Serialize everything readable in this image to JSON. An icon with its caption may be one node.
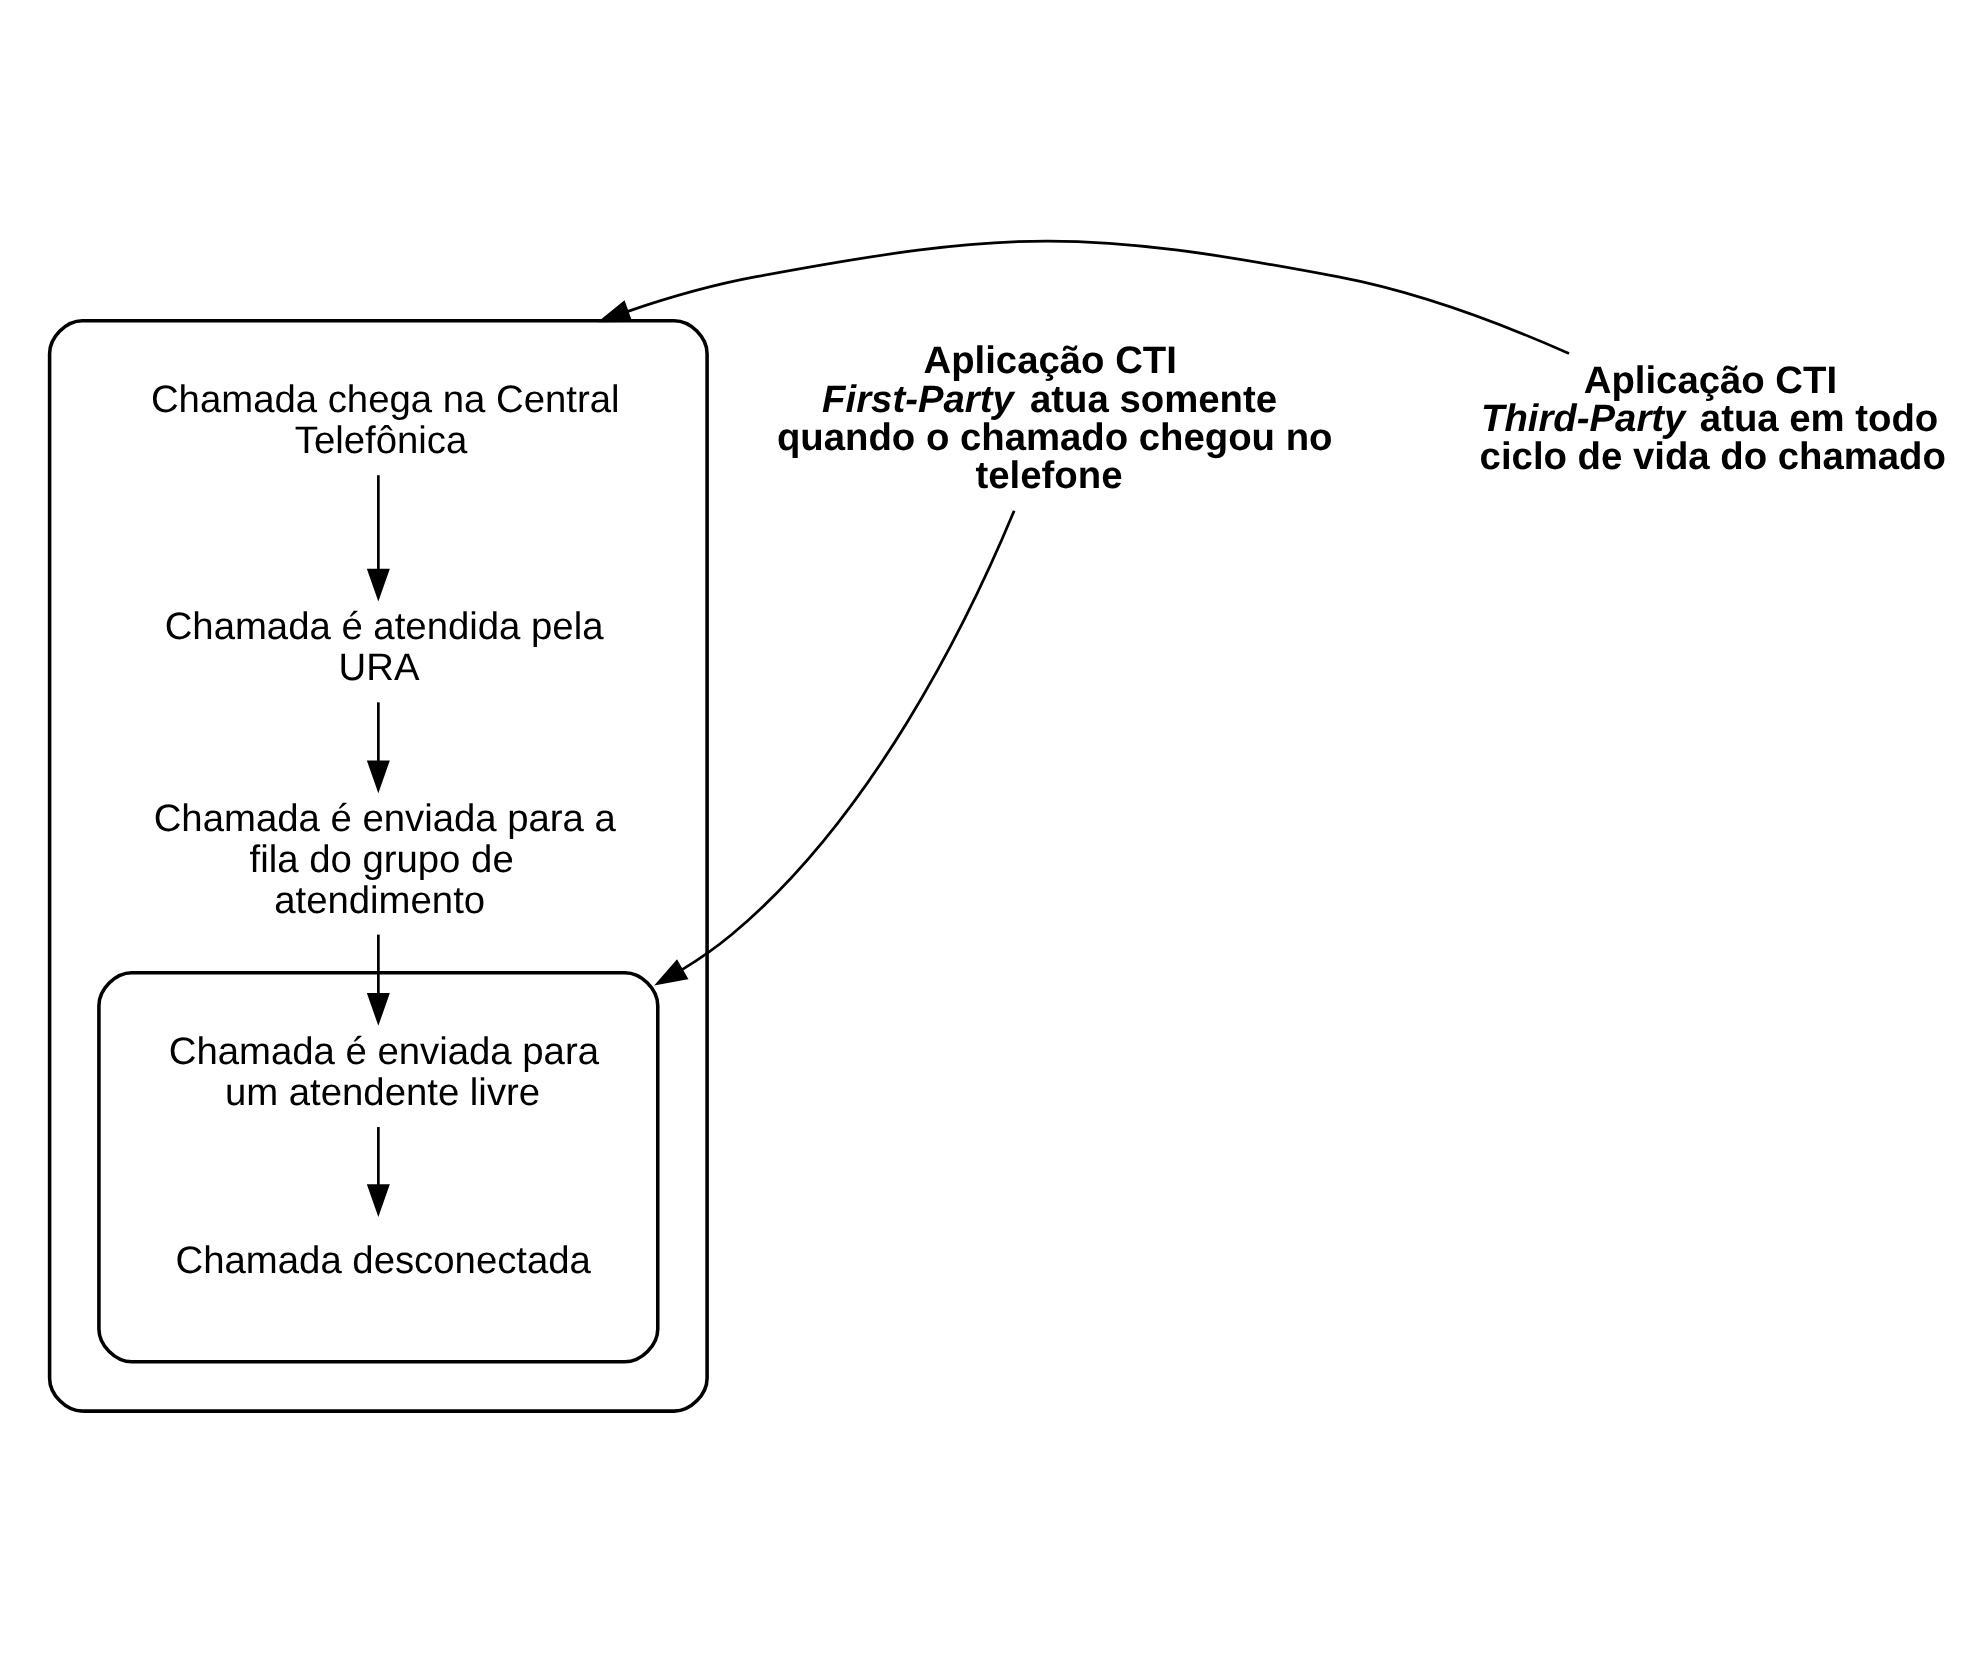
{
  "diagram": {
    "nodes": [
      {
        "text": [],
        "shape": "ellipse"
      },
      {
        "text": [
          "Chamada chega na Central Telefônica"
        ],
        "in": 0
      },
      {
        "text": [
          "Chamada é atendida pela URA"
        ],
        "in": 0
      },
      {
        "text": [
          "Chamada é enviada para a fila do grupo de atendimento"
        ],
        "in": 0
      },
      {
        "text": [],
        "shape": "ellipse",
        "in": 0
      },
      {
        "text": [
          "Chamada é enviada para um atendente livre"
        ],
        "in": 4
      },
      {
        "text": [
          "Chamada desconectada"
        ],
        "in": 4
      },
      {
        "text": [
          "Aplicação CTI *Third-Party* atua em todo ciclo de vida do chamado"
        ]
      },
      {
        "text": [
          "Aplicação CTI *First-Party* atua somente quando o chamado chegou no telefone"
        ]
      }
    ],
    "edges": [
      {
        "from": 1,
        "to": 2,
        "arrow": "to"
      },
      {
        "from": 2,
        "to": 3,
        "arrow": "to"
      },
      {
        "from": 3,
        "to": 5,
        "arrow": "to"
      },
      {
        "from": 5,
        "to": 6,
        "arrow": "to"
      },
      {
        "from": 7,
        "to": 0,
        "arrow": "to"
      },
      {
        "from": 8,
        "to": 4,
        "arrow": "to"
      }
    ]
  }
}
